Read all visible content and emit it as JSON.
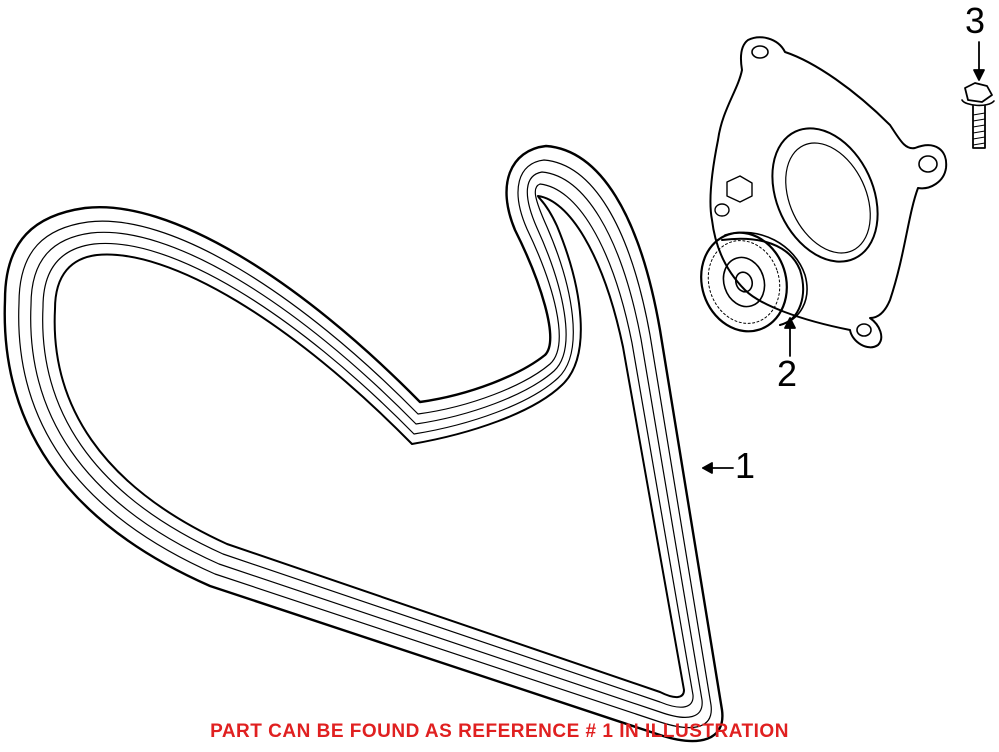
{
  "diagram": {
    "callouts": {
      "belt": "1",
      "tensioner": "2",
      "bolt": "3"
    },
    "notice": "PART CAN BE FOUND AS REFERENCE # 1 IN ILLUSTRATION",
    "colors": {
      "line": "#000000",
      "background": "#ffffff",
      "notice": "#e02020"
    }
  }
}
